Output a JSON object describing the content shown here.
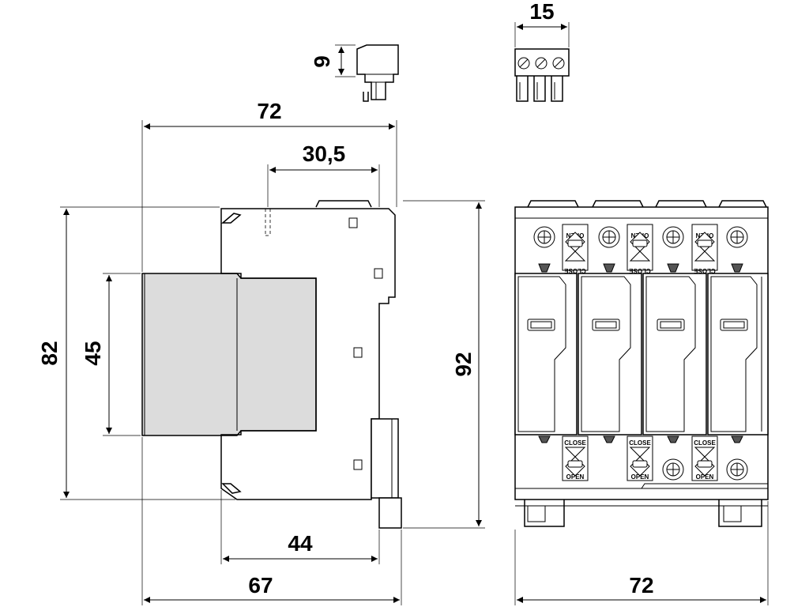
{
  "dimensions": {
    "side_width_top": "72",
    "side_offset": "30,5",
    "side_height_outer": "82",
    "side_height_inner": "45",
    "side_depth_bottom": "44",
    "side_width_bottom": "67",
    "front_height": "92",
    "front_width": "72",
    "connector_height": "9",
    "connector_width": "15"
  },
  "module_labels": {
    "open": "OPEN",
    "close": "CLOSE"
  }
}
